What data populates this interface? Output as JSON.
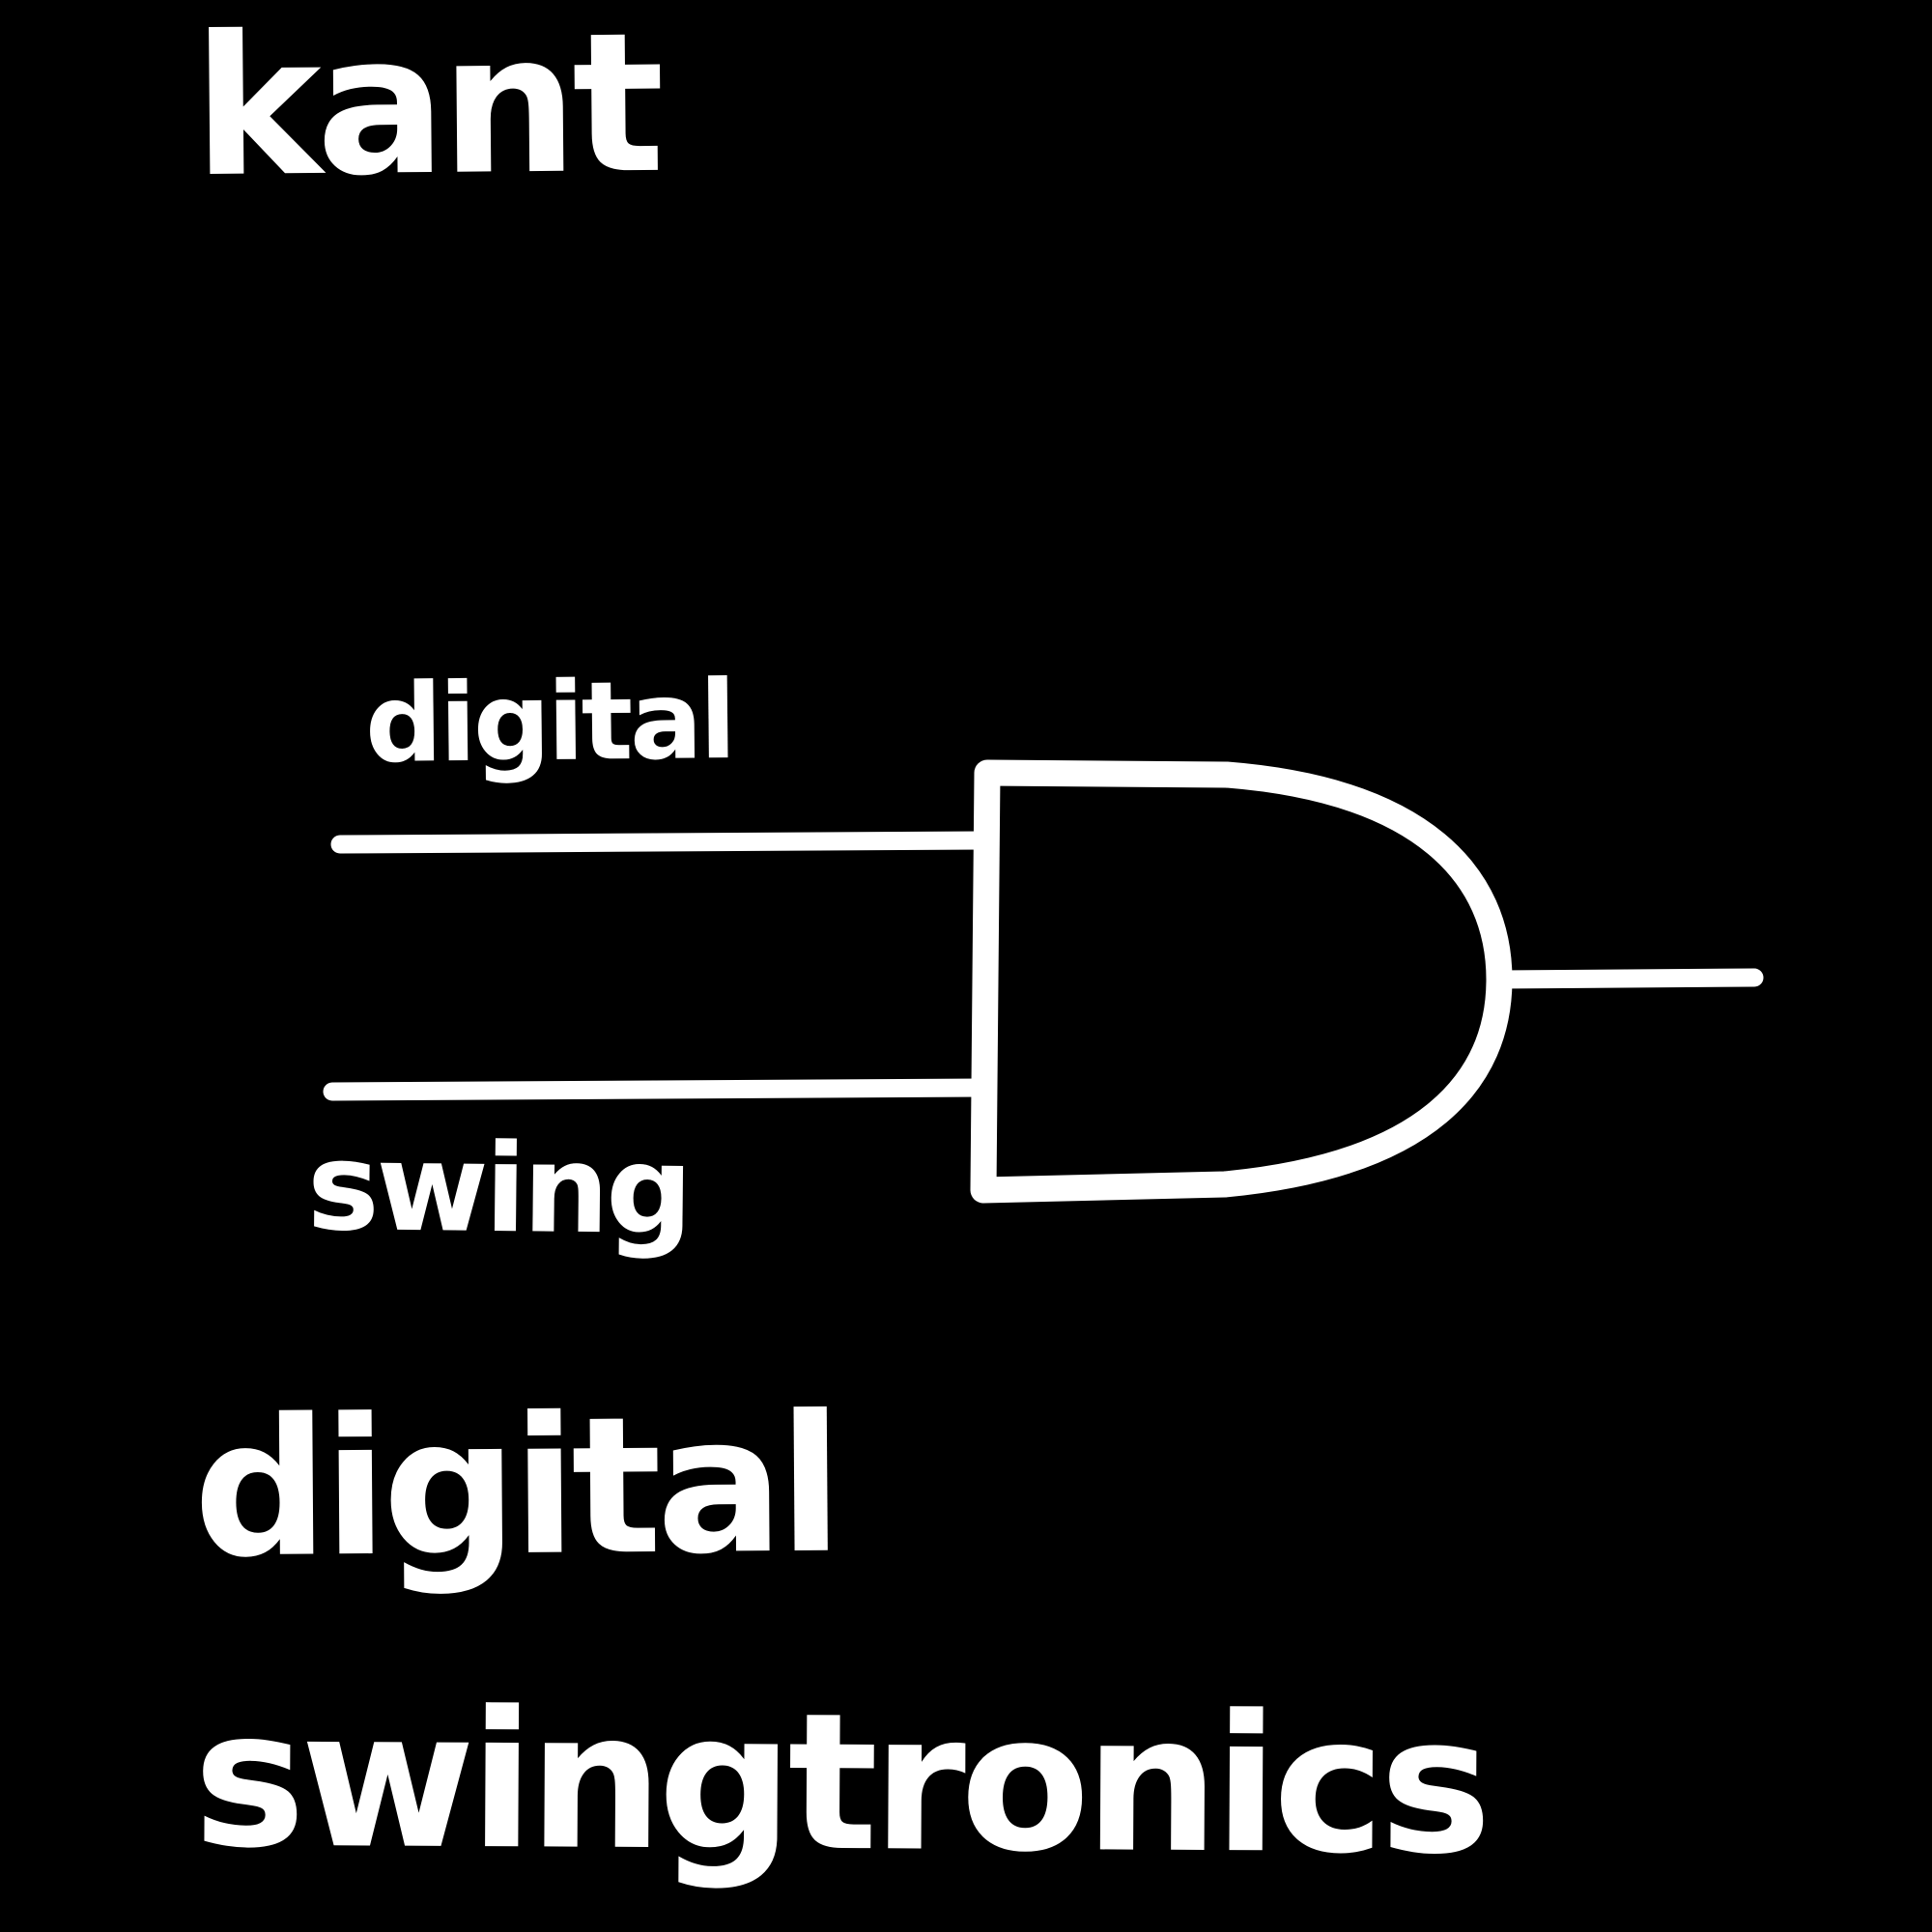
{
  "page": {
    "background_color": "#000000",
    "foreground_color": "#ffffff"
  },
  "artist": "kant",
  "gate": {
    "type": "AND",
    "input_top_label": "digital",
    "input_bottom_label": "swing",
    "inputs_count": 2,
    "outputs_count": 1
  },
  "title": {
    "line1": "digital",
    "line2": "swingtronics"
  }
}
